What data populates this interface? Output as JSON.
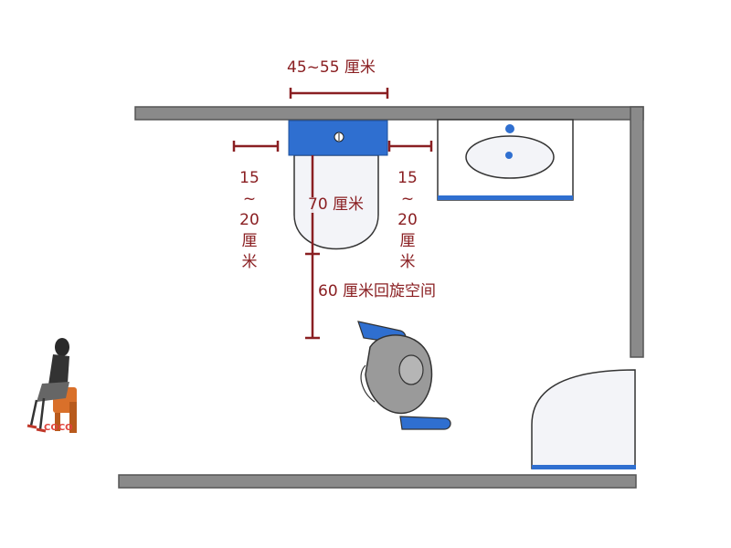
{
  "dimensions": {
    "tank_width": "45~55 厘米",
    "toilet_depth": "70 厘米",
    "turning_space": "60 厘米回旋空间",
    "side_left": [
      "15",
      "~",
      "20",
      "厘",
      "米"
    ],
    "side_right": [
      "15",
      "~",
      "20",
      "厘",
      "米"
    ]
  },
  "brand": {
    "label": "COCO"
  },
  "colors": {
    "wall": "#8a8a8a",
    "wall_outline": "#555555",
    "fixture_blue": "#2f6fd0",
    "dimension": "#8a1f22",
    "fixture_fill": "#f3f4f8",
    "person_gray": "#9a9a9a"
  }
}
